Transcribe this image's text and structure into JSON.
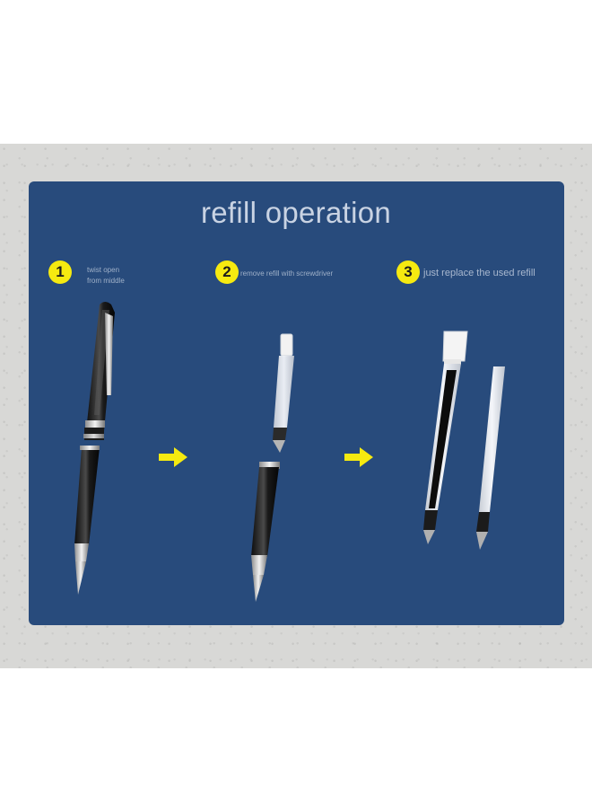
{
  "title": "refill operation",
  "steps": [
    {
      "number": "1",
      "text": "twist open",
      "text2": "from middle"
    },
    {
      "number": "2",
      "text": "remove refill with screwdriver"
    },
    {
      "number": "3",
      "text": "just replace the used refill"
    }
  ],
  "colors": {
    "panel": "#284b7c",
    "badge": "#f6ea10",
    "arrow": "#f6ea10",
    "paper": "#d8d8d6"
  },
  "icons": [
    "arrow-right-icon",
    "arrow-right-icon"
  ]
}
